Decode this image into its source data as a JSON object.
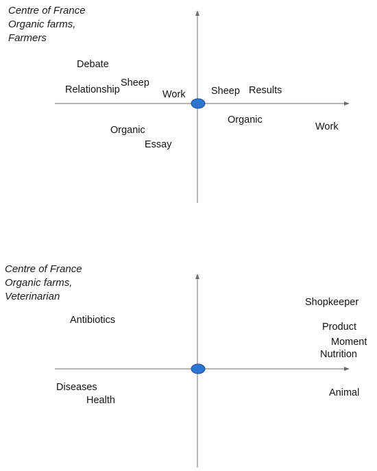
{
  "colors": {
    "axis": "#6b6b6b",
    "origin_fill": "#2e75d2",
    "origin_stroke": "#1f4e8c",
    "text": "#111111"
  },
  "panels": [
    {
      "caption": [
        "Centre of France",
        "Organic farms,",
        "Farmers"
      ],
      "words": [
        "Debate",
        "Sheep",
        "Relationship",
        "Work",
        "Sheep",
        "Results",
        "Organic",
        "Work",
        "Organic",
        "Essay"
      ]
    },
    {
      "caption": [
        "Centre of France",
        "Organic farms,",
        "Veterinarian"
      ],
      "words": [
        "Shopkeeper",
        "Antibiotics",
        "Product",
        "Moment",
        "Nutrition",
        "Diseases",
        "Health",
        "Animal"
      ]
    }
  ]
}
